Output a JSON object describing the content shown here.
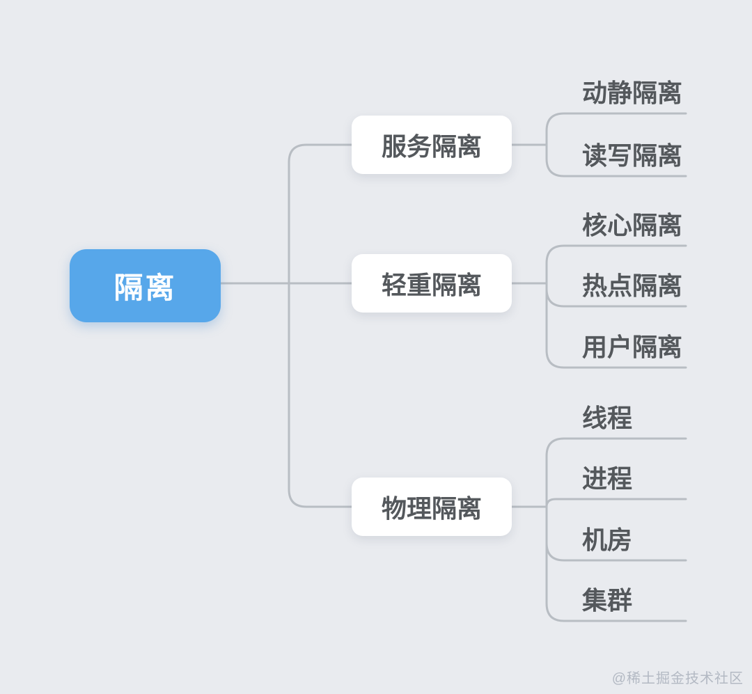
{
  "colors": {
    "background": "#E9EBEF",
    "root_fill": "#57A7EA",
    "root_text": "#FFFFFF",
    "node_fill": "#FFFFFF",
    "node_text": "#54585C",
    "connector": "#B8BDC3",
    "watermark": "#B3B9C3"
  },
  "root": {
    "label": "隔离"
  },
  "branches": [
    {
      "label": "服务隔离",
      "children": [
        {
          "label": "动静隔离"
        },
        {
          "label": "读写隔离"
        }
      ]
    },
    {
      "label": "轻重隔离",
      "children": [
        {
          "label": "核心隔离"
        },
        {
          "label": "热点隔离"
        },
        {
          "label": "用户隔离"
        }
      ]
    },
    {
      "label": "物理隔离",
      "children": [
        {
          "label": "线程"
        },
        {
          "label": "进程"
        },
        {
          "label": "机房"
        },
        {
          "label": "集群"
        }
      ]
    }
  ],
  "watermark": {
    "text": "@稀土掘金技术社区"
  }
}
